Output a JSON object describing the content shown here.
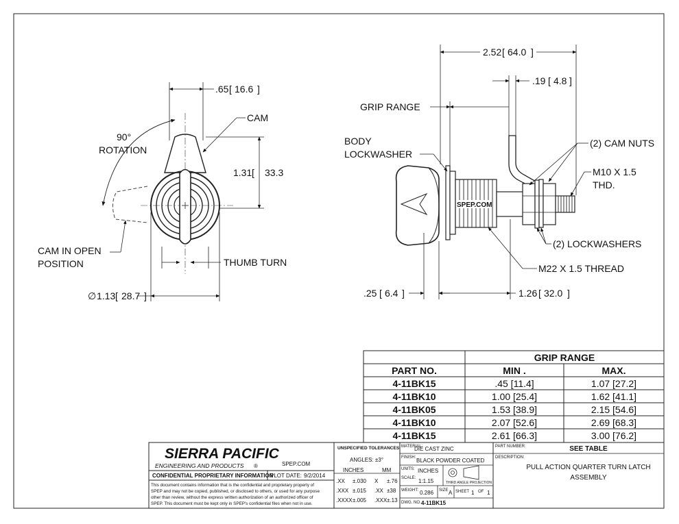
{
  "left_view": {
    "dim_width": ".65",
    "dim_width_mm": "16.6",
    "cam_label": "CAM",
    "rotation_line1": "90°",
    "rotation_line2": "ROTATION",
    "dim_height": "1.31",
    "dim_height_mm": "33.3",
    "cam_open_line1": "CAM IN OPEN",
    "cam_open_line2": "POSITION",
    "thumb_turn": "THUMB TURN",
    "dia_symbol": "∅",
    "dim_dia": "1.13",
    "dim_dia_mm": "28.7"
  },
  "right_view": {
    "dim_overall": "2.52",
    "dim_overall_mm": "64.0",
    "dim_cam": ".19",
    "dim_cam_mm": "4.8",
    "grip_range": "GRIP RANGE",
    "body_lockwasher_1": "BODY",
    "body_lockwasher_2": "LOCKWASHER",
    "cam_nuts": "(2) CAM NUTS",
    "thread_spec_1": "M10 X 1.5",
    "thread_spec_2": "THD.",
    "brand_mark": "SPEP.COM",
    "lockwashers": "(2) LOCKWASHERS",
    "body_thread": "M22 X 1.5 THREAD",
    "dim_head": ".25",
    "dim_head_mm": "6.4",
    "dim_shank": "1.26",
    "dim_shank_mm": "32.0"
  },
  "grip_table": {
    "header_group": "GRIP RANGE",
    "columns": [
      "PART NO.",
      "MIN .",
      "MAX."
    ],
    "rows": [
      [
        "4-11BK15",
        ".45 [11.4]",
        "1.07 [27.2]"
      ],
      [
        "4-11BK10",
        "1.00 [25.4]",
        "1.62 [41.1]"
      ],
      [
        "4-11BK05",
        "1.53 [38.9]",
        "2.15 [54.6]"
      ],
      [
        "4-11BK10",
        "2.07 [52.6]",
        "2.69 [68.3]"
      ],
      [
        "4-11BK15",
        "2.61 [66.3]",
        "3.00 [76.2]"
      ]
    ]
  },
  "title_block": {
    "company": "SIERRA PACIFIC",
    "company_sub": "ENGINEERING AND PRODUCTS",
    "website": "SPEP.COM",
    "confidential": "CONFIDENTIAL PROPRIETARY INFORMATION",
    "plot_date_label": "PLOT DATE:",
    "plot_date": "9/2/2014",
    "disclaimer": [
      "This document contains information that is the confidential and proprietary property of",
      "SPEP and may not be copied, published, or disclosed to others, or used for any purpose",
      "other than review, without the express written authorization of an authorized officer of",
      "SPEP. This document must be kept only in SPEP's confidential files when not in use."
    ],
    "tolerances_title": "UNSPECIFIED TOLERANCES",
    "angles": "ANGLES: ±3°",
    "inches_head": "INCHES",
    "mm_head": "MM",
    "tol_rows": [
      [
        ".XX",
        "±.030",
        "X",
        "±.76"
      ],
      [
        ".XXX",
        "±.015",
        ".XX",
        "±38"
      ],
      [
        ".XXXX",
        "±.005",
        ".XXX",
        "±.13"
      ]
    ],
    "material_label": "MATERIAL:",
    "material": "DIE CAST ZINC",
    "finish_label": "FINISH:",
    "finish": "BLACK POWDER COATED",
    "units_label": "UNITS:",
    "units": "INCHES",
    "scale_label": "SCALE:",
    "scale": "1:1.15",
    "projection": "THIRD ANGLE PROJECTION",
    "weight_label": "WEIGHT:",
    "weight": "0.286",
    "size_label": "SIZE",
    "size": "A",
    "sheet_label": "SHEET",
    "sheet": "1",
    "of_label": "OF",
    "sheet_total": "1",
    "dwg_label": "DWG. NO.",
    "dwg_no": "4-11BK15",
    "partnum_label": "PART NUMBER:",
    "partnum": "SEE TABLE",
    "desc_label": "DESCRIPTION:",
    "desc_line1": "PULL ACTION QUARTER TURN LATCH",
    "desc_line2": "ASSEMBLY"
  }
}
